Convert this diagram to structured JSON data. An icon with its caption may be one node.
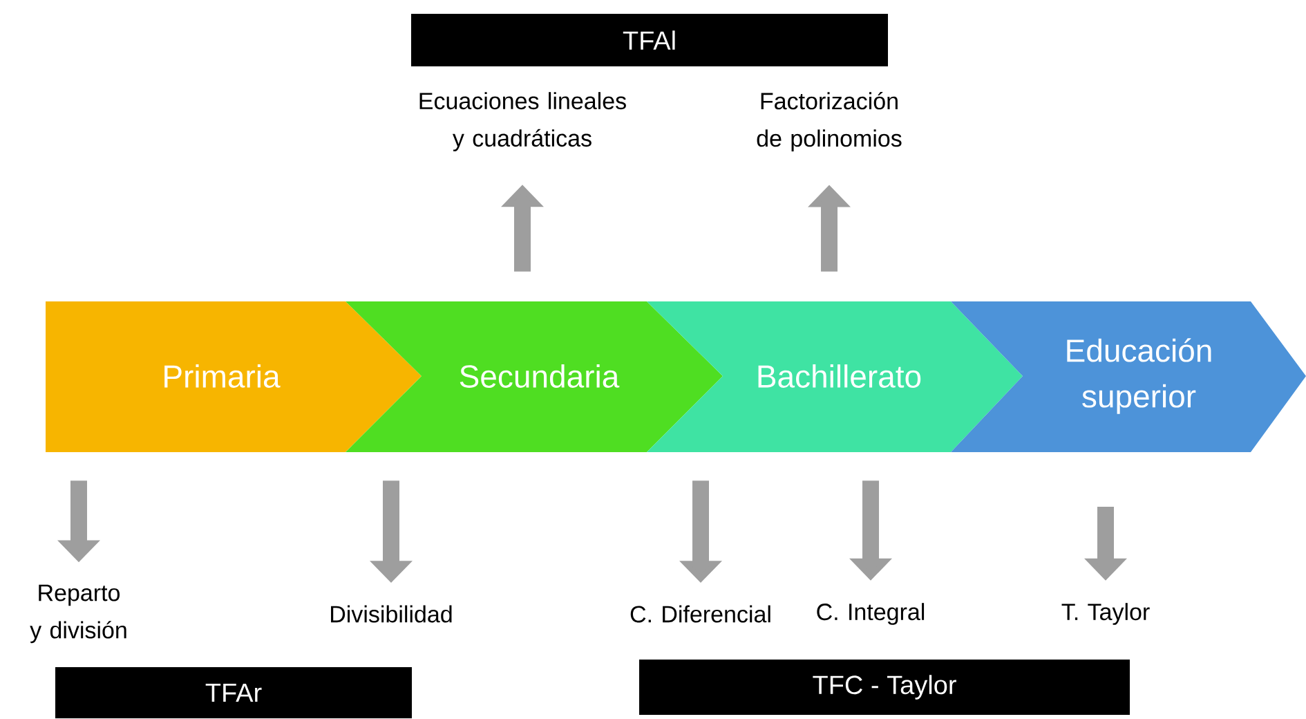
{
  "diagram": {
    "nodes": [
      {
        "text": [
          "TFAl"
        ]
      },
      {
        "text": [
          "Ecuaciones lineales y cuadráticas"
        ]
      },
      {
        "text": [
          "Factorización de polinomios"
        ]
      },
      {
        "text": [
          "Primaria"
        ]
      },
      {
        "text": [
          "Secundaria"
        ]
      },
      {
        "text": [
          "Bachillerato"
        ]
      },
      {
        "text": [
          "Educación superior"
        ]
      },
      {
        "text": [
          "Reparto y división"
        ]
      },
      {
        "text": [
          "Divisibilidad"
        ]
      },
      {
        "text": [
          "C. Diferencial"
        ]
      },
      {
        "text": [
          "C. Integral"
        ]
      },
      {
        "text": [
          "T. Taylor"
        ]
      },
      {
        "text": [
          "TFAr"
        ]
      },
      {
        "text": [
          "TFC - Taylor"
        ]
      }
    ],
    "edges": [
      {
        "from": 4,
        "to": 1,
        "arrow": "to"
      },
      {
        "from": 5,
        "to": 2,
        "arrow": "to"
      },
      {
        "from": 3,
        "to": 7,
        "arrow": "to"
      },
      {
        "from": 4,
        "to": 8,
        "arrow": "to"
      },
      {
        "from": 5,
        "to": 9,
        "arrow": "to"
      },
      {
        "from": 5,
        "to": 10,
        "arrow": "to"
      },
      {
        "from": 6,
        "to": 11,
        "arrow": "to"
      }
    ]
  }
}
